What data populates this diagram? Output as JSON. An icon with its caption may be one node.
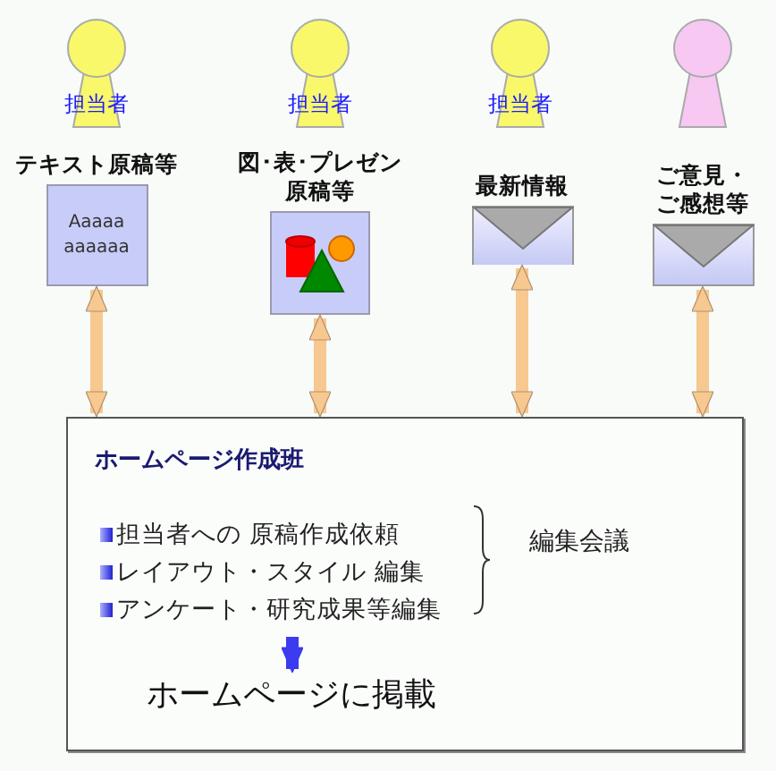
{
  "diagram": {
    "nodes": [
      {
        "text": [
          "担当者"
        ]
      },
      {
        "text": [
          "担当者"
        ]
      },
      {
        "text": [
          "担当者"
        ]
      },
      {
        "text": [],
        "shape": "person"
      },
      {
        "text": [
          "テキスト原稿等",
          "Aaaaa aaaaaa"
        ]
      },
      {
        "text": [
          "図･表･プレゼン原稿等"
        ]
      },
      {
        "text": [
          "最新情報"
        ]
      },
      {
        "text": [
          "ご意見・ご感想等"
        ]
      },
      {
        "text": [
          "ホームページ作成班"
        ]
      },
      {
        "text": [
          "担当者への 原稿作成依頼",
          "レイアウト・スタイル 編集",
          "アンケート・研究成果等編集"
        ],
        "in": 8
      },
      {
        "text": [
          "ホームページに掲載"
        ],
        "in": 8
      }
    ],
    "edges": [
      {
        "from": 4,
        "to": 8,
        "arrow": "both"
      },
      {
        "from": 5,
        "to": 8,
        "arrow": "both"
      },
      {
        "from": 6,
        "to": 8,
        "arrow": "both"
      },
      {
        "from": 7,
        "to": 8,
        "arrow": "both"
      },
      {
        "from": 9,
        "to": 10,
        "arrow": "to",
        "color": "#3b3bf0"
      }
    ],
    "labels": [
      "編集会議"
    ]
  }
}
